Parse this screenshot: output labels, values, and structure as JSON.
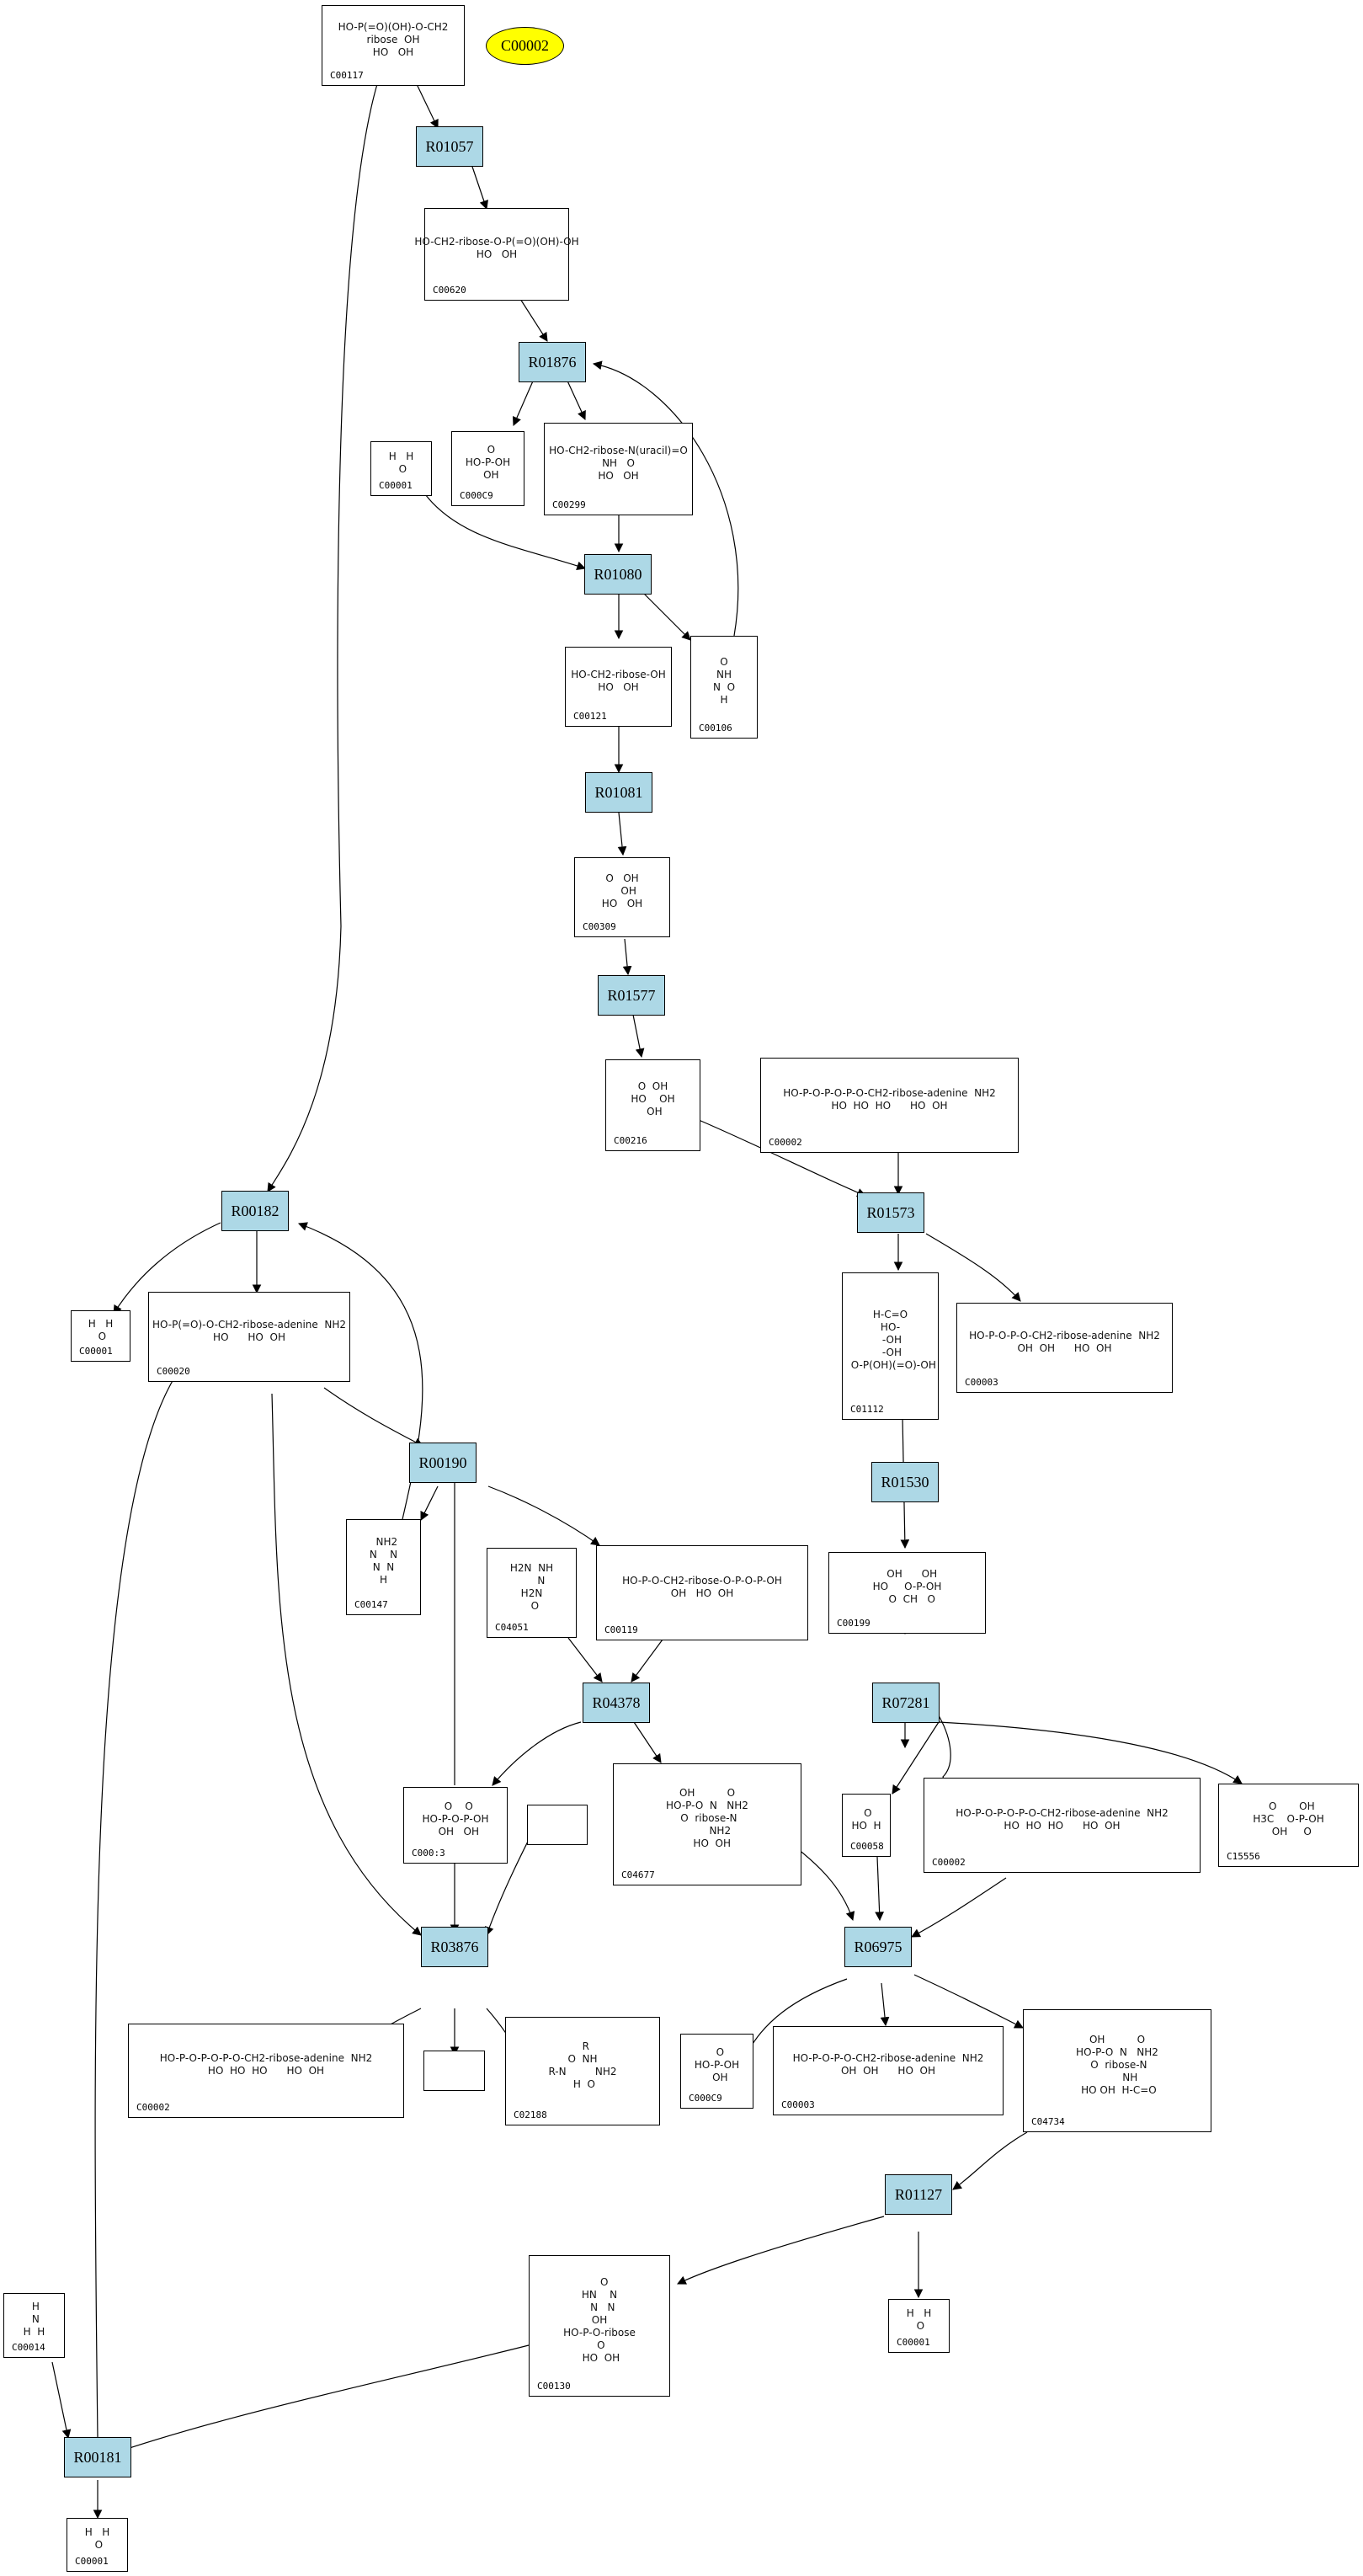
{
  "diagram": {
    "title_node": {
      "label": "C00002",
      "fill": "#ffff00"
    },
    "reaction_fill": "#add8e6",
    "reactions": [
      {
        "id": "R01057",
        "label": "R01057"
      },
      {
        "id": "R01876",
        "label": "R01876"
      },
      {
        "id": "R01080",
        "label": "R01080"
      },
      {
        "id": "R01081",
        "label": "R01081"
      },
      {
        "id": "R01577",
        "label": "R01577"
      },
      {
        "id": "R01573",
        "label": "R01573"
      },
      {
        "id": "R00182",
        "label": "R00182"
      },
      {
        "id": "R00190",
        "label": "R00190"
      },
      {
        "id": "R01530",
        "label": "R01530"
      },
      {
        "id": "R04378",
        "label": "R04378"
      },
      {
        "id": "R07281",
        "label": "R07281"
      },
      {
        "id": "R03876",
        "label": "R03876"
      },
      {
        "id": "R06975",
        "label": "R06975"
      },
      {
        "id": "R01127",
        "label": "R01127"
      },
      {
        "id": "R00181",
        "label": "R00181"
      }
    ],
    "compounds": [
      {
        "key": "c00117",
        "label": "C00117",
        "structure": "HO-P(=O)(OH)-O-CH2\nribose  OH\nHO   OH"
      },
      {
        "key": "c00620",
        "label": "C00620",
        "structure": "HO-CH2-ribose-O-P(=O)(OH)-OH\nHO   OH"
      },
      {
        "key": "c00001a",
        "label": "C00001",
        "structure": "H   H\n O"
      },
      {
        "key": "c00009a",
        "label": "C000C9",
        "structure": "  O\nHO-P-OH\n  OH"
      },
      {
        "key": "c00299",
        "label": "C00299",
        "structure": "HO-CH2-ribose-N(uracil)=O\nNH   O\nHO   OH"
      },
      {
        "key": "c00121",
        "label": "C00121",
        "structure": "HO-CH2-ribose-OH\nHO   OH"
      },
      {
        "key": "c00106",
        "label": "C00106",
        "structure": "O\nNH\nN  O\nH"
      },
      {
        "key": "c00309",
        "label": "C00309",
        "structure": "O   OH\n    OH\nHO   OH"
      },
      {
        "key": "c00216",
        "label": "C00216",
        "structure": "O  OH\nHO    OH\n OH"
      },
      {
        "key": "c00002a",
        "label": "C00002",
        "structure": "HO-P-O-P-O-P-O-CH2-ribose-adenine  NH2\nHO  HO  HO      HO  OH"
      },
      {
        "key": "c00001b",
        "label": "C00001",
        "structure": "H   H\n O"
      },
      {
        "key": "c00020",
        "label": "C00020",
        "structure": "HO-P(=O)-O-CH2-ribose-adenine  NH2\nHO      HO  OH"
      },
      {
        "key": "c01112",
        "label": "C01112",
        "structure": "H-C=O\nHO-\n -OH\n -OH\n  O-P(OH)(=O)-OH"
      },
      {
        "key": "c00003a",
        "label": "C00003",
        "structure": "HO-P-O-P-O-CH2-ribose-adenine  NH2\nOH  OH      HO  OH"
      },
      {
        "key": "c00147",
        "label": "C00147",
        "structure": "  NH2\nN    N\nN  N\nH"
      },
      {
        "key": "c04051",
        "label": "C04051",
        "structure": "H2N  NH\n      N\nH2N\n  O"
      },
      {
        "key": "c00119",
        "label": "C00119",
        "structure": "HO-P-O-CH2-ribose-O-P-O-P-OH\nOH   HO  OH"
      },
      {
        "key": "c00199",
        "label": "C00199",
        "structure": "   OH      OH\nHO     O-P-OH\n   O  CH   O"
      },
      {
        "key": "c00013",
        "label": "C000:3",
        "structure": "  O    O\nHO-P-O-P-OH\n  OH   OH"
      },
      {
        "key": "c04677",
        "label": "C04677",
        "structure": "OH          O\nHO-P-O  N   NH2\n O  ribose-N\n        NH2\n   HO  OH"
      },
      {
        "key": "c00058",
        "label": "C00058",
        "structure": " O\nHO  H"
      },
      {
        "key": "c00002b",
        "label": "C00002",
        "structure": "HO-P-O-P-O-P-O-CH2-ribose-adenine  NH2\nHO  HO  HO      HO  OH"
      },
      {
        "key": "c15556",
        "label": "C15556",
        "structure": "  O       OH\nH3C    O-P-OH\n  OH     O"
      },
      {
        "key": "c00002c",
        "label": "C00002",
        "structure": "HO-P-O-P-O-P-O-CH2-ribose-adenine  NH2\nHO  HO  HO      HO  OH"
      },
      {
        "key": "c02188",
        "label": "C02188",
        "structure": "  R\nO  NH\nR-N         NH2\n H  O"
      },
      {
        "key": "c00009b",
        "label": "C000C9",
        "structure": "  O\nHO-P-OH\n  OH"
      },
      {
        "key": "c00003b",
        "label": "C00003",
        "structure": "HO-P-O-P-O-CH2-ribose-adenine  NH2\nOH  OH      HO  OH"
      },
      {
        "key": "c04734",
        "label": "C04734",
        "structure": "OH          O\nHO-P-O  N   NH2\n O  ribose-N\n        NH\n HO OH  H-C=O"
      },
      {
        "key": "c00001c",
        "label": "C00001",
        "structure": "H   H\n O"
      },
      {
        "key": "c00014",
        "label": "C00014",
        "structure": " H\n N\nH  H"
      },
      {
        "key": "c00130",
        "label": "C00130",
        "structure": "   O\nHN    N\n  N   N\nOH\nHO-P-O-ribose\n O\n HO  OH"
      },
      {
        "key": "c00001d",
        "label": "C00001",
        "structure": "H   H\n O"
      }
    ]
  }
}
